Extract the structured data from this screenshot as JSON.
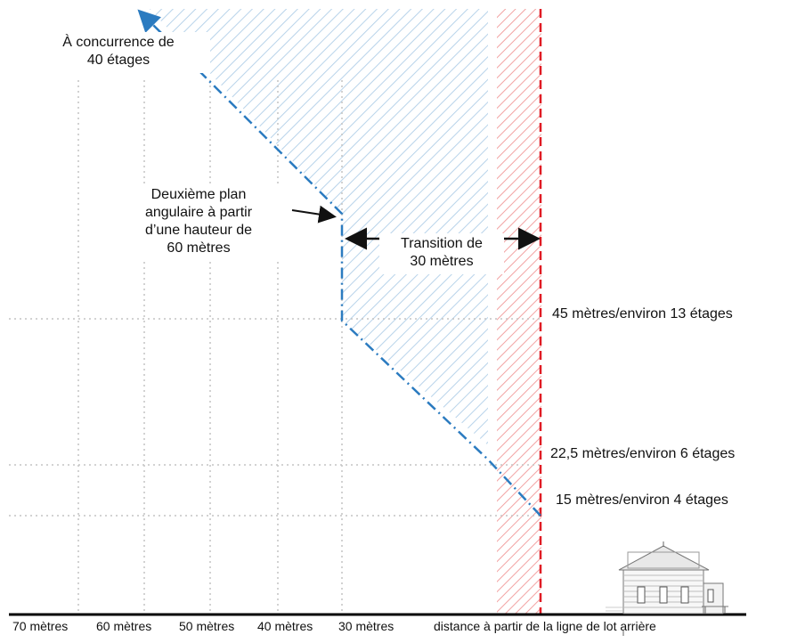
{
  "annotations": {
    "top_left": [
      "À concurrence de",
      "40 étages"
    ],
    "second_plane": [
      "Deuxième plan",
      "angulaire à partir",
      "d’une hauteur de",
      "60 mètres"
    ],
    "transition": [
      "Transition de",
      "30 mètres"
    ]
  },
  "height_labels": {
    "h45": "45 mètres/environ 13 étages",
    "h22_5": "22,5 mètres/environ 6 étages",
    "h15": "15 mètres/environ 4 étages"
  },
  "axis": {
    "ticks": [
      "70 mètres",
      "60 mètres",
      "50 mètres",
      "40 mètres",
      "30 mètres"
    ],
    "caption": "distance à partir de la ligne de lot arrière"
  },
  "colors": {
    "angular_plane": "#2b7bc0",
    "lot_line": "#e01b24",
    "blue_hatch": "#b8d3ea",
    "red_hatch": "#f2a3a3",
    "grid": "#c4c4c4"
  },
  "icons": {
    "house": "house-icon",
    "arrow": "arrow-icon"
  }
}
